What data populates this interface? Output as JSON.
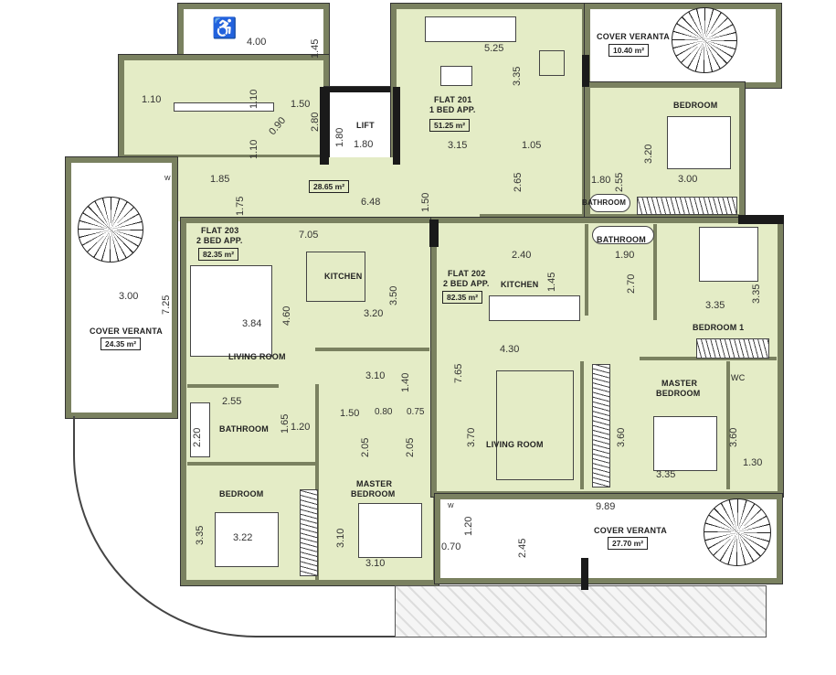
{
  "plan": {
    "colors": {
      "room_fill": "#e4ecc6",
      "wall": "#7a8160",
      "structure": "#1a1a1a"
    },
    "rooms": [
      {
        "name": "FLAT 201"
      },
      {
        "name": "1 BED APP."
      },
      {
        "name": "LIFT"
      },
      {
        "name": "COVER VERANTA"
      },
      {
        "name": "BEDROOM"
      },
      {
        "name": "BATHROOM"
      },
      {
        "name": "FLAT 203"
      },
      {
        "name": "2 BED APP."
      },
      {
        "name": "KITCHEN"
      },
      {
        "name": "LIVING ROOM"
      },
      {
        "name": "BATHROOM"
      },
      {
        "name": "BEDROOM"
      },
      {
        "name": "MASTER"
      },
      {
        "name": "BEDROOM"
      },
      {
        "name": "FLAT 202"
      },
      {
        "name": "2 BED APP."
      },
      {
        "name": "KITCHEN"
      },
      {
        "name": "BATHROOM"
      },
      {
        "name": "BEDROOM 1"
      },
      {
        "name": "MASTER"
      },
      {
        "name": "BEDROOM"
      },
      {
        "name": "WC"
      },
      {
        "name": "LIVING ROOM"
      },
      {
        "name": "COVER VERANTA"
      },
      {
        "name": "COVER VERANTA"
      },
      {
        "name": "W"
      },
      {
        "name": "W"
      }
    ],
    "areas": [
      "51.25 m²",
      "10.40 m²",
      "28.65 m²",
      "82.35 m²",
      "82.35 m²",
      "24.35 m²",
      "27.70 m²"
    ],
    "dimensions": [
      "4.00",
      "1.45",
      "1.10",
      "1.10",
      "1.10",
      "1.50",
      "2.80",
      "0.90",
      "1.80",
      "1.80",
      "5.25",
      "3.35",
      "3.15",
      "1.05",
      "2.65",
      "1.80",
      "2.55",
      "3.20",
      "3.00",
      "1.85",
      "1.75",
      "6.48",
      "1.50",
      "7.05",
      "3.50",
      "3.20",
      "3.84",
      "4.60",
      "3.10",
      "1.40",
      "2.55",
      "1.65",
      "2.20",
      "1.20",
      "1.50",
      "0.80",
      "0.75",
      "2.05",
      "2.05",
      "3.35",
      "3.22",
      "3.10",
      "3.10",
      "2.40",
      "1.45",
      "1.90",
      "2.70",
      "3.35",
      "3.35",
      "4.30",
      "7.65",
      "3.70",
      "3.60",
      "3.60",
      "3.35",
      "1.30",
      "9.89",
      "1.20",
      "2.45",
      "0.70",
      "3.00",
      "7.25"
    ]
  }
}
